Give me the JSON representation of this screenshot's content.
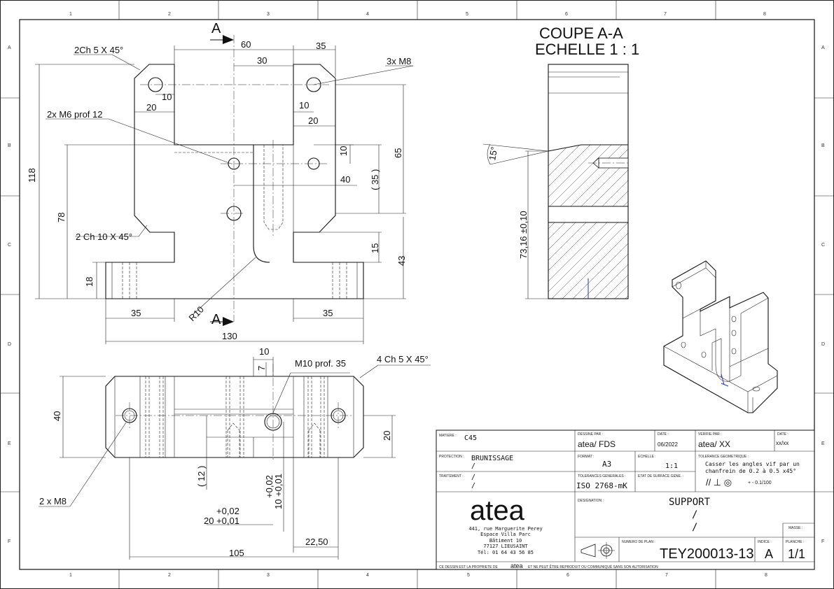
{
  "grid": {
    "cols": [
      "1",
      "2",
      "3",
      "4",
      "5",
      "6",
      "7",
      "8"
    ],
    "rows": [
      "A",
      "B",
      "C",
      "D",
      "E",
      "F"
    ]
  },
  "section": {
    "title": "COUPE A-A",
    "scale": "ECHELLE 1 : 1",
    "angle": "15°",
    "height": "73,16 ±0,10"
  },
  "front_view": {
    "section_mark": "A",
    "labels": {
      "chamfer_top": "2Ch 5 X 45°",
      "thread_top": "3x M8",
      "tapped_mid": "2x M6 prof 12",
      "chamfer_bottom": "2 Ch 10 X 45°",
      "radius": "R10"
    },
    "dims": {
      "d60": "60",
      "d35_top": "35",
      "d30": "30",
      "d10_left": "10",
      "d20_left": "20",
      "d10_right": "10",
      "d20_right": "20",
      "d10_v": "10",
      "d40": "40",
      "d35_paren": "( 35 )",
      "d65": "65",
      "d15": "15",
      "d43": "43",
      "d118": "118",
      "d78": "78",
      "d18": "18",
      "d35_bl": "35",
      "d35_br": "35",
      "d130": "130"
    }
  },
  "bottom_view": {
    "labels": {
      "thread": "M10 prof. 35",
      "chamfer": "4 Ch 5 X 45°",
      "holes": "2 x M8"
    },
    "dims": {
      "d10": "10",
      "d7": "7",
      "d40": "40",
      "d20": "20",
      "d12": "( 12 )",
      "tol_v1": "+0,02",
      "tol_v2": "10 +0,01",
      "tol_h1": "+0,02",
      "tol_h2": "20 +0,01",
      "d22_50": "22,50",
      "d105": "105"
    }
  },
  "title_block": {
    "matiere_label": "MATIERE :",
    "matiere": "C45",
    "dessine_label": "DESSINE PAR :",
    "dessine": "atea/  FDS",
    "date_label": "DATE :",
    "date": "06/2022",
    "verifie_label": "VERIFIE PAR :",
    "verifie": "atea/  XX",
    "date2_label": "DATE :",
    "date2": "xx/xx",
    "protection_label": "PROTECTION :",
    "protection": "BRUNISSAGE",
    "protection2": "/",
    "format_label": "FORMAT :",
    "format": "A3",
    "echelle_label": "ECHELLE :",
    "echelle": "1:1",
    "tolgeo_label": "TOLERANCE GEOMETRIQUE :",
    "tolgeo1": "Casser les angles vif par un",
    "tolgeo2": "chanfrein de 0.2 à 0.5 x45°",
    "tolgeo_symbols": "// ⊥ ◎",
    "tolgeo_value": "+ - 0.1/100",
    "traitement_label": "TRAITEMENT :",
    "traitement1": "/",
    "traitement2": "/",
    "tolgen_label": "TOLERANCES GENERALES :",
    "tolgen": "ISO 2768-mK",
    "surface_label": "ETAT DE SURFACE GENE. :",
    "company": "atea",
    "addr1": "441, rue Marguerite Perey",
    "addr2": "Espace Villa Parc",
    "addr3": "Bâtiment 10",
    "addr4": "77127  LIEUSAINT",
    "addr5": "Tél: 01 64 43 56 85",
    "designation_label": "DESIGNATION :",
    "designation": "SUPPORT",
    "designation2": "/",
    "designation3": "/",
    "masse_label": "MASSE :",
    "plan_label": "NUMERO DE PLAN :",
    "plan": "TEY200013-13",
    "indice_label": "INDICE :",
    "indice": "A",
    "planche_label": "PLANCHE :",
    "planche": "1/1",
    "footer_left": "CE DESSIN EST LA PROPRIETE DE",
    "footer_brand": "atea",
    "footer_right": "ET NE PEUT ÊTRE REPRODUIT OU COMMUNIQUÉ SANS SON AUTORISATION"
  }
}
